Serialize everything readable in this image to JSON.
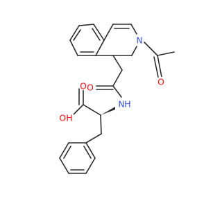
{
  "molecule": {
    "atoms": {
      "n_ring": "N",
      "o_acetyl": "O",
      "o_amide": "O",
      "n_amide": "N",
      "h_amide": "H",
      "o_acid_hydroxyl": "OH",
      "o_acid_carbonyl": "O"
    },
    "colors": {
      "bond": "#2b2b2b",
      "nitrogen": "#3050f8",
      "oxygen": "#ff0d0d"
    }
  }
}
